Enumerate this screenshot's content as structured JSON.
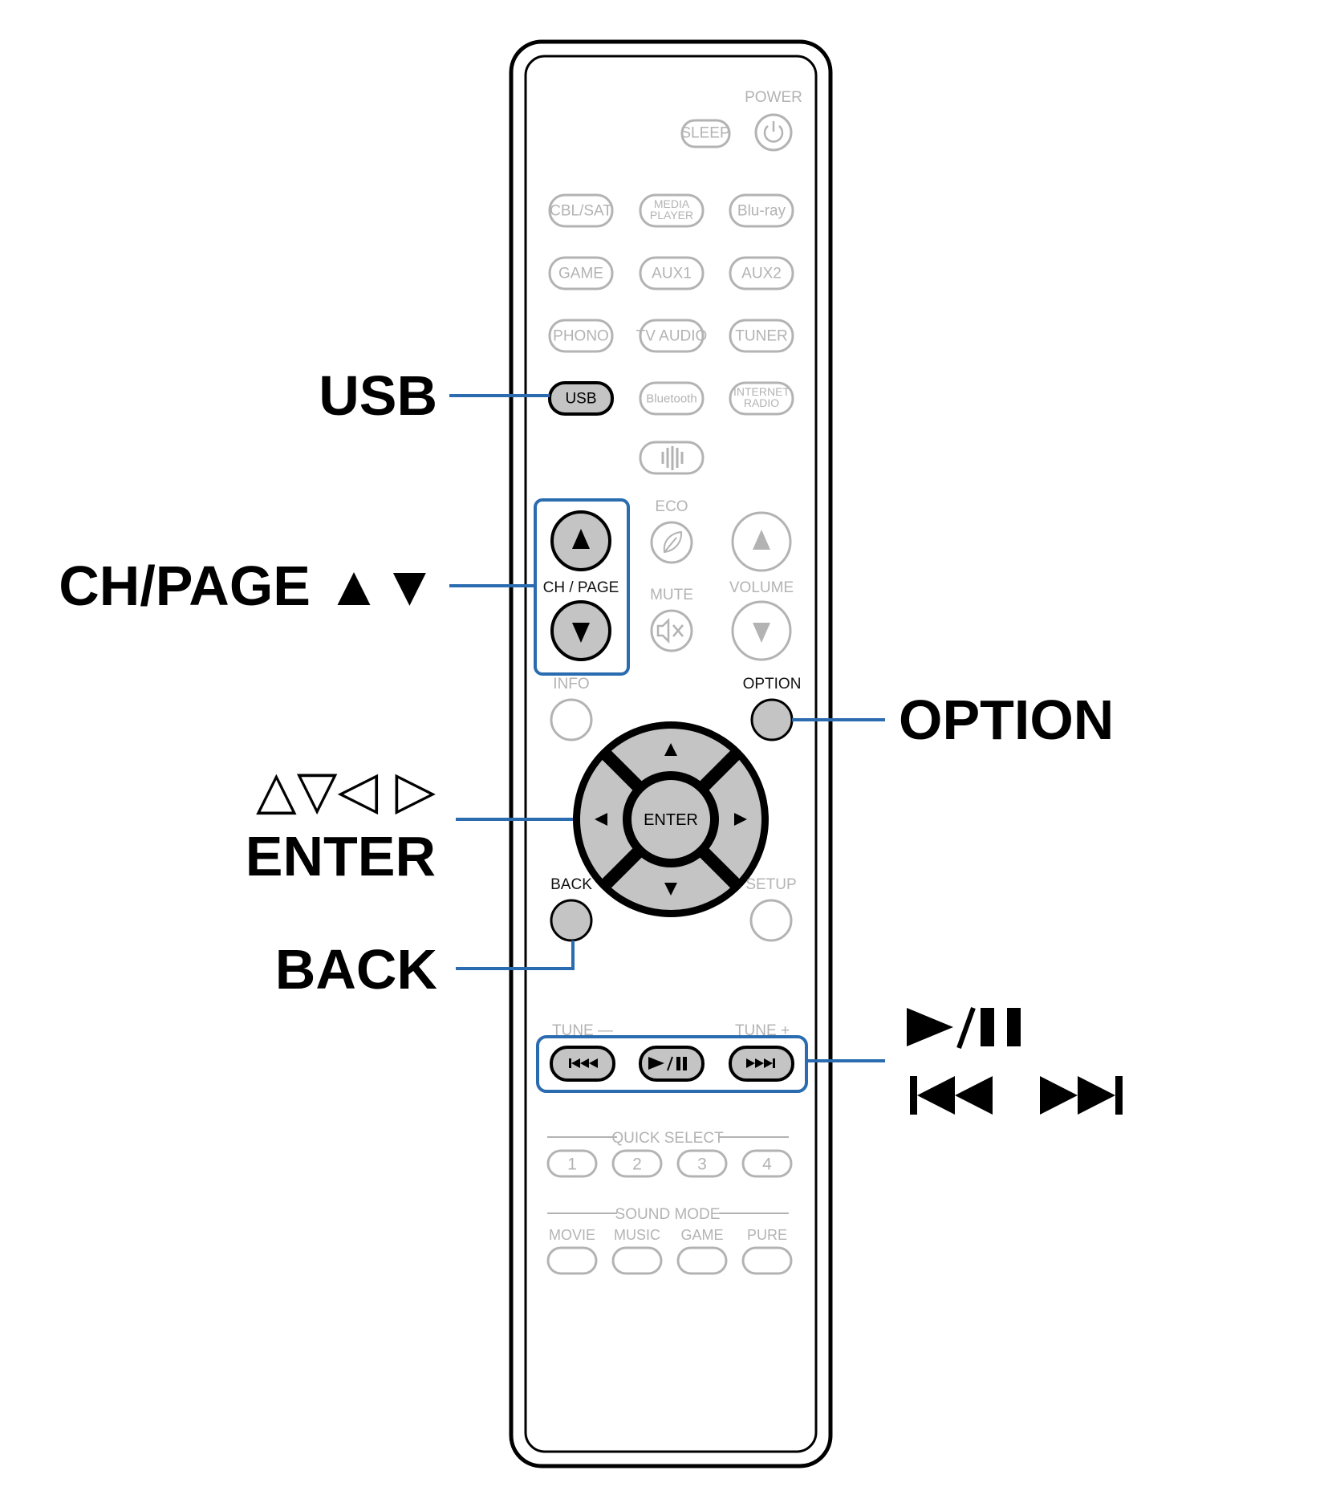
{
  "remote": {
    "power_label": "POWER",
    "sleep_label": "SLEEP",
    "inputs": [
      {
        "label": "CBL/SAT",
        "active": false
      },
      {
        "label": "MEDIA PLAYER",
        "active": false
      },
      {
        "label": "Blu-ray",
        "active": false
      },
      {
        "label": "GAME",
        "active": false
      },
      {
        "label": "AUX1",
        "active": false
      },
      {
        "label": "AUX2",
        "active": false
      },
      {
        "label": "PHONO",
        "active": false
      },
      {
        "label": "TV AUDIO",
        "active": false
      },
      {
        "label": "TUNER",
        "active": false
      },
      {
        "label": "USB",
        "active": true
      },
      {
        "label": "Bluetooth",
        "active": false
      },
      {
        "label": "INTERNET RADIO",
        "active": false
      }
    ],
    "eco_label": "ECO",
    "mute_label": "MUTE",
    "volume_label": "VOLUME",
    "ch_page_label": "CH / PAGE",
    "info_label": "INFO",
    "option_label": "OPTION",
    "enter_label": "ENTER",
    "back_label": "BACK",
    "setup_label": "SETUP",
    "tune_minus_label": "TUNE —",
    "tune_plus_label": "TUNE +",
    "quick_select_label": "QUICK SELECT",
    "quick_select_buttons": [
      "1",
      "2",
      "3",
      "4"
    ],
    "sound_mode_label": "SOUND MODE",
    "sound_modes": [
      "MOVIE",
      "MUSIC",
      "GAME",
      "PURE"
    ]
  },
  "callouts": {
    "usb": "USB",
    "ch_page": "CH/PAGE ▲▼",
    "option": "OPTION",
    "cursor_arrows": "△▽◁ ▷",
    "enter": "ENTER",
    "back": "BACK",
    "play_pause": "►/❚❚",
    "skip": "❙◀◀ ▶▶❙"
  },
  "colors": {
    "highlight_blue": "#2b6cb0",
    "inactive_grey": "#b3b3b3",
    "active_fill": "#c4c4c4",
    "outline_black": "#000000"
  }
}
